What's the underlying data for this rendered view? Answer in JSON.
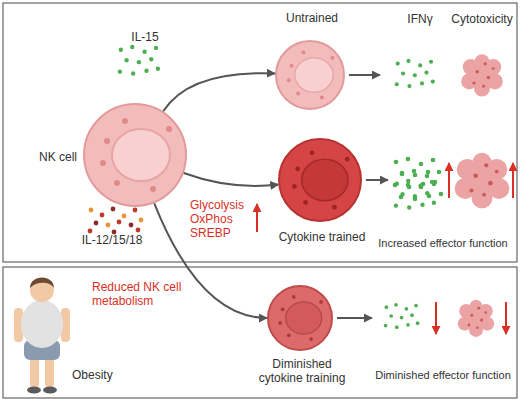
{
  "diagram": {
    "nodes": [
      {
        "text": [
          "NK cell"
        ]
      },
      {
        "text": [
          "Untrained"
        ]
      },
      {
        "text": [
          "Cytokine trained"
        ]
      },
      {
        "text": [
          "Diminished cytokine training"
        ]
      }
    ],
    "edges": [
      {
        "from": 0,
        "to": 1,
        "arrow": "to"
      },
      {
        "from": 0,
        "to": 2,
        "arrow": "to"
      },
      {
        "from": 0,
        "to": 3,
        "arrow": "to"
      }
    ],
    "labels": [
      "IL-15",
      "IL-12/15/18",
      "Glycolysis OxPhos SREBP",
      "IFNγ",
      "Cytotoxicity",
      "Increased effector function",
      "Obesity",
      "Reduced NK cell metabolism",
      "Diminished effector function"
    ]
  }
}
